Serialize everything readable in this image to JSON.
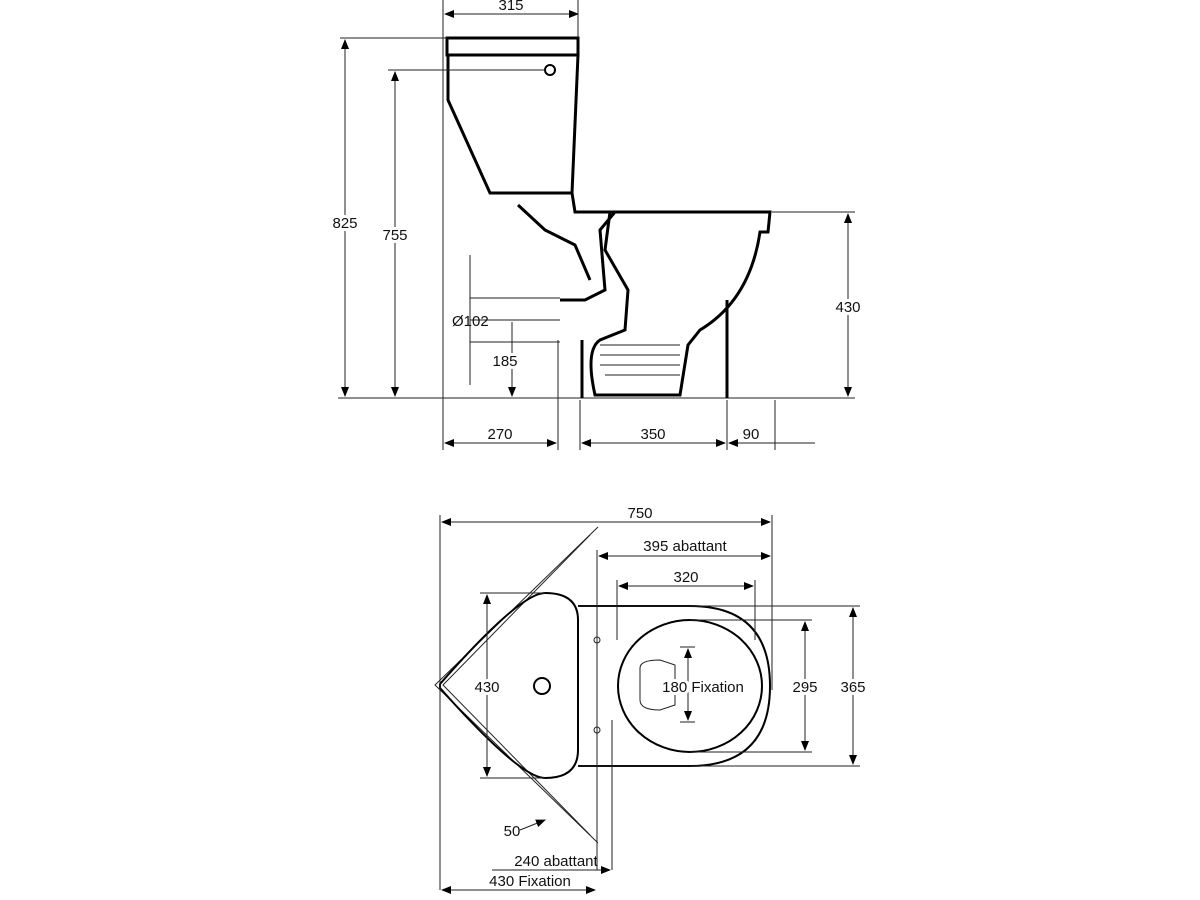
{
  "side_view": {
    "width_tank": "315",
    "height_total": "825",
    "height_tank_fix": "755",
    "outlet_diameter": "Ø102",
    "outlet_height": "185",
    "seat_height": "430",
    "wall_to_outlet": "270",
    "base_length": "350",
    "front_overhang": "90"
  },
  "top_view": {
    "total_width": "750",
    "seat_depth": "395 abattant",
    "bowl_depth": "320",
    "tank_width": "430",
    "fixation_spacing": "180 Fixation",
    "bowl_width": "295",
    "seat_width": "365",
    "wall_gap": "50",
    "seat_hinge": "240 abattant",
    "fixation_from_corner": "430 Fixation"
  }
}
